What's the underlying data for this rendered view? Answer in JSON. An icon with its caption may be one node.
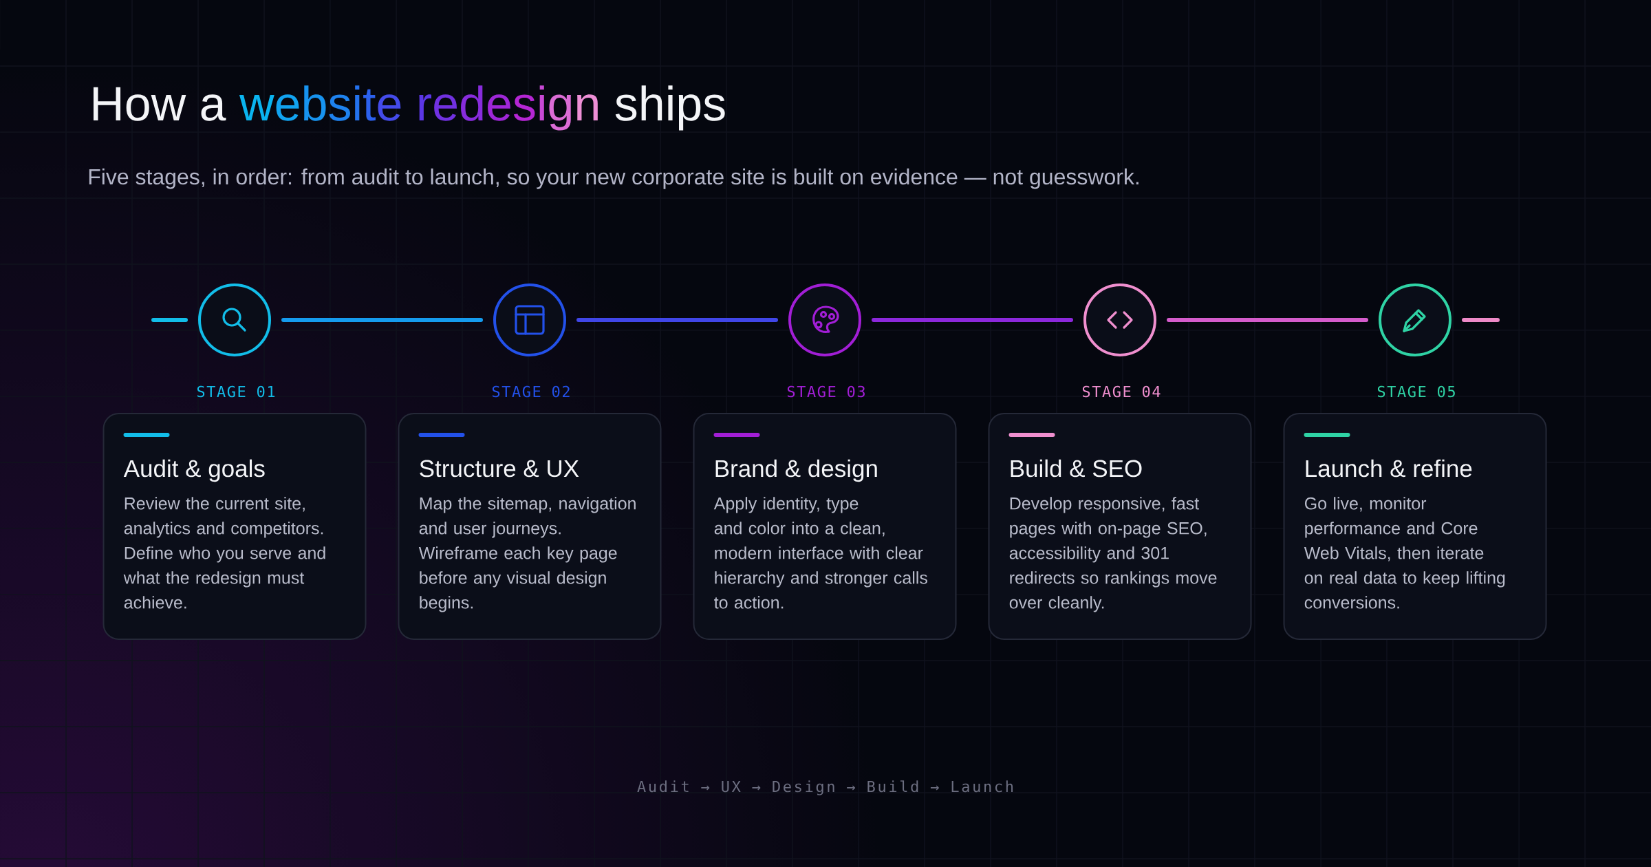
{
  "diagram": {
    "title": "How a website redesign ships",
    "nodes": [
      {
        "text": [],
        "shape": "circle"
      },
      {
        "text": [],
        "shape": "circle"
      },
      {
        "text": [],
        "shape": "circle"
      },
      {
        "text": [],
        "shape": "circle"
      },
      {
        "text": [],
        "shape": "circle"
      },
      {
        "text": [
          "Audit & goals",
          "Review the current site, analytics and competitors. Define who you serve and what the redesign must achieve."
        ],
        "beside": [
          "STAGE 01"
        ]
      },
      {
        "text": [
          "Structure & UX",
          "Map the sitemap, navigation and user journeys. Wireframe each key page before any visual design begins."
        ],
        "beside": [
          "STAGE 02"
        ]
      },
      {
        "text": [
          "Brand & design",
          "Apply identity, type and color into a clean, modern interface with clear hierarchy and stronger calls to action."
        ],
        "beside": [
          "STAGE 03"
        ]
      },
      {
        "text": [
          "Build & SEO",
          "Develop responsive, fast pages with on-page SEO, accessibility and 301 redirects so rankings move over cleanly."
        ],
        "beside": [
          "STAGE 04"
        ]
      },
      {
        "text": [
          "Launch & refine",
          "Go live, monitor performance and Core Web Vitals, then iterate on real data to keep lifting conversions."
        ],
        "beside": [
          "STAGE 05"
        ]
      }
    ],
    "edges": [
      {
        "from": null,
        "to": 0,
        "arrow": "none",
        "color": "#12bde9"
      },
      {
        "from": 0,
        "to": 1,
        "arrow": "none",
        "color": "#159bee"
      },
      {
        "from": 1,
        "to": 2,
        "arrow": "none",
        "color": "#4046e8"
      },
      {
        "from": 2,
        "to": 3,
        "arrow": "none",
        "color": "#8c28dc"
      },
      {
        "from": 3,
        "to": 4,
        "arrow": "none",
        "color": "#d55ccc"
      },
      {
        "from": 4,
        "to": null,
        "arrow": "none",
        "color": "#ee8ac8"
      }
    ],
    "labels": [
      "Five stages, in order: from audit to launch, so your new corporate site is built on evidence — not guesswork.",
      "Audit → UX → Design → Build → Launch"
    ]
  }
}
